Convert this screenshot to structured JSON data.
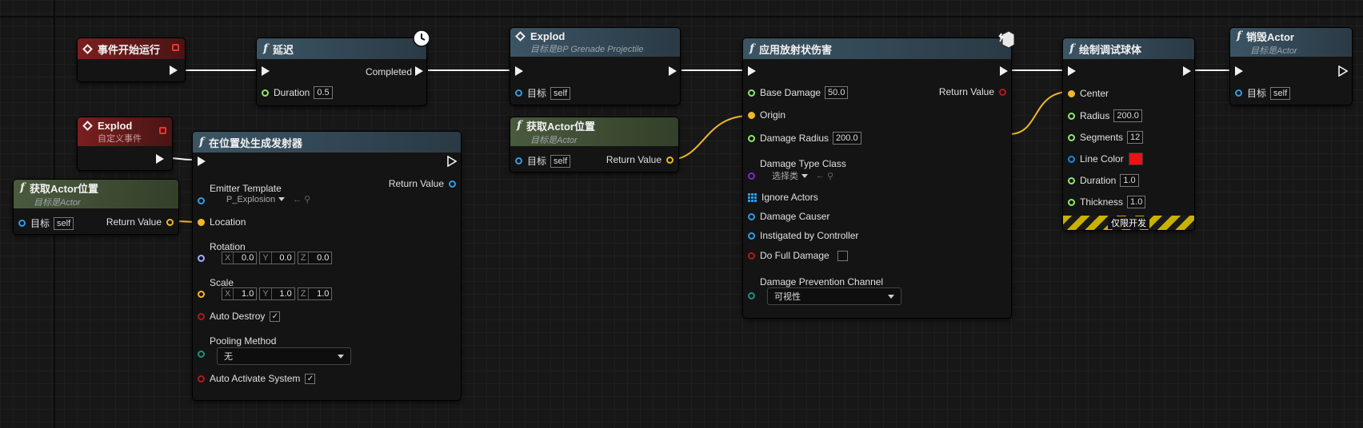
{
  "nodes": {
    "begin_play": {
      "title": "事件开始运行"
    },
    "delay": {
      "title": "延迟",
      "completed_label": "Completed",
      "duration_label": "Duration",
      "duration_value": "0.5"
    },
    "explod_call": {
      "title": "Explod",
      "subtitle": "目标是BP Grenade Projectile",
      "target_label": "目标",
      "target_value": "self"
    },
    "apply_radial_damage": {
      "title": "应用放射状伤害",
      "return_label": "Return Value",
      "base_damage_label": "Base Damage",
      "base_damage_value": "50.0",
      "origin_label": "Origin",
      "damage_radius_label": "Damage Radius",
      "damage_radius_value": "200.0",
      "damage_type_label": "Damage Type Class",
      "damage_type_value": "选择类",
      "ignore_actors_label": "Ignore Actors",
      "damage_causer_label": "Damage Causer",
      "instigated_label": "Instigated by Controller",
      "full_damage_label": "Do Full Damage",
      "prevention_label": "Damage Prevention Channel",
      "prevention_value": "可视性"
    },
    "draw_debug_sphere": {
      "title": "绘制调试球体",
      "center_label": "Center",
      "radius_label": "Radius",
      "radius_value": "200.0",
      "segments_label": "Segments",
      "segments_value": "12",
      "line_color_label": "Line Color",
      "line_color": "#ee1111",
      "duration_label": "Duration",
      "duration_value": "1.0",
      "thickness_label": "Thickness",
      "thickness_value": "1.0",
      "dev_only": "仅限开发"
    },
    "destroy_actor": {
      "title": "销毁Actor",
      "subtitle": "目标是Actor",
      "target_label": "目标",
      "target_value": "self"
    },
    "explod_event": {
      "title": "Explod",
      "subtitle": "自定义事件"
    },
    "get_location_right": {
      "title": "获取Actor位置",
      "subtitle": "目标是Actor",
      "target_label": "目标",
      "target_value": "self",
      "return_label": "Return Value"
    },
    "get_location_left": {
      "title": "获取Actor位置",
      "subtitle": "目标是Actor",
      "target_label": "目标",
      "target_value": "self",
      "return_label": "Return Value"
    },
    "spawn_emitter": {
      "title": "在位置处生成发射器",
      "emitter_label": "Emitter Template",
      "emitter_value": "P_Explosion",
      "return_label": "Return Value",
      "location_label": "Location",
      "rotation_label": "Rotation",
      "rot_x": "0.0",
      "rot_y": "0.0",
      "rot_z": "0.0",
      "scale_label": "Scale",
      "scale_x": "1.0",
      "scale_y": "1.0",
      "scale_z": "1.0",
      "auto_destroy_label": "Auto Destroy",
      "pooling_label": "Pooling Method",
      "pooling_value": "无",
      "auto_activate_label": "Auto Activate System"
    }
  },
  "axes": {
    "x": "X",
    "y": "Y",
    "z": "Z"
  },
  "check_mark": "✓",
  "colors": {
    "exec": "#f0f0f0",
    "object_pin": "#2f9ce8",
    "vector_pin": "#f0b72b",
    "float_pin": "#8ee86a",
    "rotator_pin": "#9fb0ff",
    "bool_pin": "#b01a1a",
    "class_pin": "#7a2cc8",
    "byte_pin": "#1f8f7f",
    "struct_pin": "#1a8ae0"
  }
}
